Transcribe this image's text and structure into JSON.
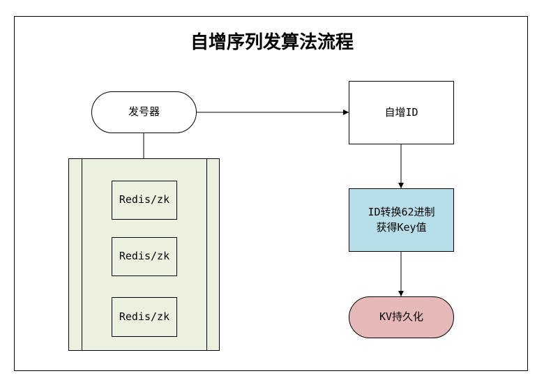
{
  "diagram": {
    "title": "自增序列发算法流程",
    "nodes": {
      "issuer": "发号器",
      "auto_id": "自增ID",
      "convert_line1": "ID转换62进制",
      "convert_line2": "获得Key值",
      "persist": "KV持久化"
    },
    "storage": {
      "items": [
        "Redis/zk",
        "Redis/zk",
        "Redis/zk"
      ]
    },
    "colors": {
      "storage_fill": "#ebf1de",
      "convert_fill": "#b7dde8",
      "persist_fill": "#e6b9b8",
      "line": "#000000"
    }
  }
}
